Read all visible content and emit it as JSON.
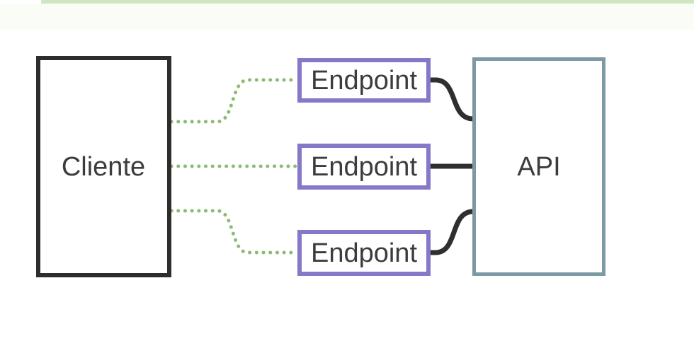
{
  "decor": {
    "top_bar_color": "#cfe6c2",
    "tint_band_color": "#fafdf5"
  },
  "diagram": {
    "text_color": "#3c3c3c",
    "nodes": {
      "cliente": {
        "label": "Cliente",
        "border_color": "#2d2d2d",
        "shape": "rectangle"
      },
      "endpoint1": {
        "label": "Endpoint",
        "border_color": "#8677c9",
        "shape": "rectangle"
      },
      "endpoint2": {
        "label": "Endpoint",
        "border_color": "#8677c9",
        "shape": "rectangle"
      },
      "endpoint3": {
        "label": "Endpoint",
        "border_color": "#8677c9",
        "shape": "rectangle"
      },
      "api": {
        "label": "API",
        "border_color": "#7b9aa6",
        "shape": "rectangle"
      }
    },
    "edges": {
      "dotted_color": "#8cbb72",
      "solid_color": "#2f2f2f",
      "connections": [
        {
          "from": "Cliente",
          "to": "Endpoint (top)",
          "style": "dotted"
        },
        {
          "from": "Cliente",
          "to": "Endpoint (middle)",
          "style": "dotted"
        },
        {
          "from": "Cliente",
          "to": "Endpoint (bottom)",
          "style": "dotted"
        },
        {
          "from": "Endpoint (top)",
          "to": "API",
          "style": "solid"
        },
        {
          "from": "Endpoint (middle)",
          "to": "API",
          "style": "solid"
        },
        {
          "from": "Endpoint (bottom)",
          "to": "API",
          "style": "solid"
        }
      ]
    }
  }
}
